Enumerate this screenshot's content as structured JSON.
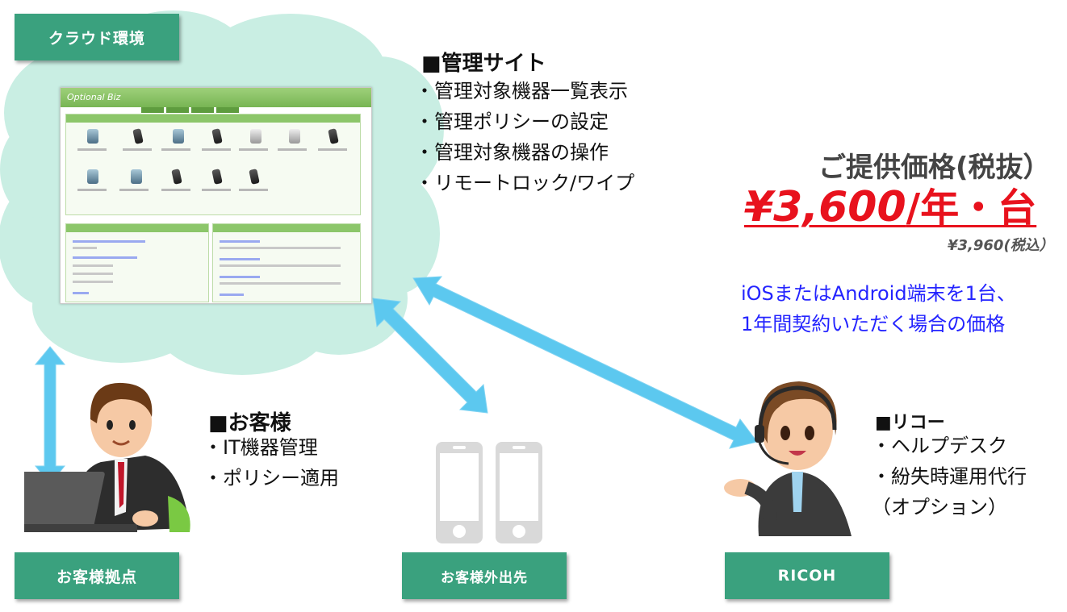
{
  "labels": {
    "cloud": "クラウド環境",
    "customer_site": "お客様拠点",
    "customer_outside": "お客様外出先",
    "ricoh": "RICOH"
  },
  "admin_site": {
    "heading": "■管理サイト",
    "items": [
      "・管理対象機器一覧表示",
      "・管理ポリシーの設定",
      "・管理対象機器の操作",
      "・リモートロック/ワイプ"
    ],
    "screenshot_title": "Optional Biz"
  },
  "customer": {
    "heading": "■お客様",
    "items": [
      "・IT機器管理",
      "・ポリシー適用"
    ]
  },
  "ricoh_box": {
    "heading": "■リコー",
    "items": [
      "・ヘルプデスク",
      "・紛失時運用代行",
      "（オプション）"
    ]
  },
  "price": {
    "title": "ご提供価格(税抜）",
    "amount": "¥3,600",
    "unit": "/年・台",
    "tax_included": "¥3,960(税込）",
    "note_lines": [
      "iOSまたはAndroid端末を1台、",
      "1年間契約いただく場合の価格"
    ]
  },
  "colors": {
    "label_green": "#3aa17e",
    "cloud": "#c9eee3",
    "arrow": "#5cc8ef",
    "price_red": "#e8121d",
    "note_blue": "#2424ff"
  }
}
